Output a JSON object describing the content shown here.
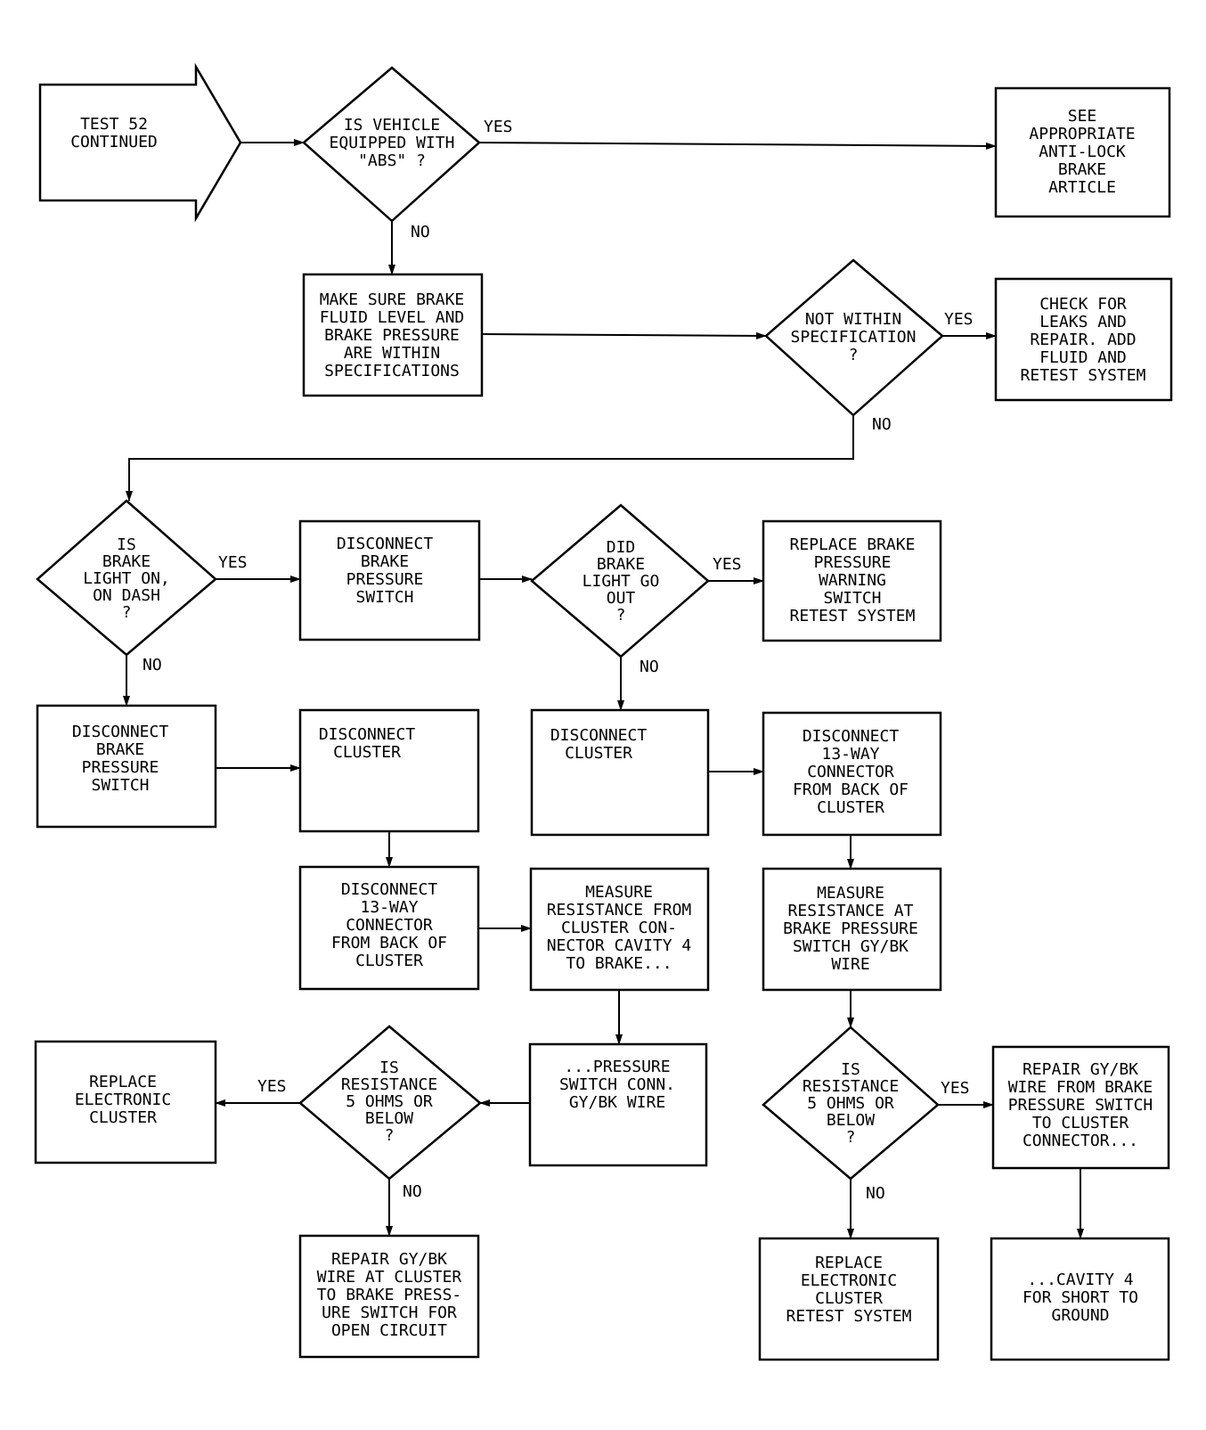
{
  "nodes": {
    "start": {
      "lines": [
        "TEST 52",
        "CONTINUED"
      ]
    },
    "abs_q": {
      "lines": [
        "IS VEHICLE",
        "EQUIPPED WITH",
        "\"ABS\" ?"
      ]
    },
    "see_abs": {
      "lines": [
        "SEE",
        "APPROPRIATE",
        "ANTI-LOCK",
        "BRAKE",
        "ARTICLE"
      ]
    },
    "make_sure": {
      "lines": [
        "MAKE SURE BRAKE",
        "FLUID LEVEL AND",
        "BRAKE PRESSURE",
        "ARE WITHIN",
        "SPECIFICATIONS"
      ]
    },
    "spec_q": {
      "lines": [
        "NOT WITHIN",
        "SPECIFICATION",
        "?"
      ]
    },
    "check_leaks": {
      "lines": [
        "CHECK FOR",
        "LEAKS AND",
        "REPAIR. ADD",
        "FLUID AND",
        "RETEST SYSTEM"
      ]
    },
    "light_q": {
      "lines": [
        "IS",
        "BRAKE",
        "LIGHT ON,",
        "ON DASH",
        "?"
      ]
    },
    "disc_switch_a": {
      "lines": [
        "DISCONNECT",
        "BRAKE",
        "PRESSURE",
        "SWITCH"
      ]
    },
    "out_q": {
      "lines": [
        "DID",
        "BRAKE",
        "LIGHT GO",
        "OUT",
        "?"
      ]
    },
    "replace_switch": {
      "lines": [
        "REPLACE BRAKE",
        "PRESSURE",
        "WARNING",
        "SWITCH",
        "RETEST SYSTEM"
      ]
    },
    "disc_switch_b": {
      "lines": [
        "DISCONNECT",
        "BRAKE",
        "PRESSURE",
        "SWITCH"
      ]
    },
    "disc_cluster_a": {
      "lines": [
        "DISCONNECT",
        "CLUSTER"
      ]
    },
    "disc_cluster_b": {
      "lines": [
        "DISCONNECT",
        "CLUSTER"
      ]
    },
    "disc_13way_b": {
      "lines": [
        "DISCONNECT",
        "13-WAY",
        "CONNECTOR",
        "FROM BACK OF",
        "CLUSTER"
      ]
    },
    "disc_13way_a": {
      "lines": [
        "DISCONNECT",
        "13-WAY",
        "CONNECTOR",
        "FROM BACK OF",
        "CLUSTER"
      ]
    },
    "measure_a": {
      "lines": [
        "MEASURE",
        "RESISTANCE FROM",
        "CLUSTER CON-",
        "NECTOR CAVITY 4",
        "TO BRAKE..."
      ]
    },
    "measure_b": {
      "lines": [
        "MEASURE",
        "RESISTANCE AT",
        "BRAKE PRESSURE",
        "SWITCH GY/BK",
        "WIRE"
      ]
    },
    "replace_cluster_a": {
      "lines": [
        "REPLACE",
        "ELECTRONIC",
        "CLUSTER"
      ]
    },
    "res_q_a": {
      "lines": [
        "IS",
        "RESISTANCE",
        "5 OHMS OR",
        "BELOW",
        "?"
      ]
    },
    "pressure_cont": {
      "lines": [
        "...PRESSURE",
        "SWITCH CONN.",
        "GY/BK WIRE"
      ]
    },
    "res_q_b": {
      "lines": [
        "IS",
        "RESISTANCE",
        "5 OHMS OR",
        "BELOW",
        "?"
      ]
    },
    "repair_gybk_b": {
      "lines": [
        "REPAIR GY/BK",
        "WIRE FROM BRAKE",
        "PRESSURE SWITCH",
        "TO CLUSTER",
        "CONNECTOR..."
      ]
    },
    "repair_gybk_a": {
      "lines": [
        "REPAIR GY/BK",
        "WIRE AT CLUSTER",
        "TO BRAKE PRESS-",
        "URE SWITCH FOR",
        "OPEN CIRCUIT"
      ]
    },
    "replace_cluster_b": {
      "lines": [
        "REPLACE",
        "ELECTRONIC",
        "CLUSTER",
        "RETEST SYSTEM"
      ]
    },
    "cavity_cont": {
      "lines": [
        "...CAVITY 4",
        "FOR SHORT TO",
        "GROUND"
      ]
    }
  },
  "edge_labels": {
    "abs_yes": "YES",
    "abs_no": "NO",
    "spec_yes": "YES",
    "spec_no": "NO",
    "light_yes": "YES",
    "light_no": "NO",
    "out_yes": "YES",
    "out_no": "NO",
    "res_a_yes": "YES",
    "res_a_no": "NO",
    "res_b_yes": "YES",
    "res_b_no": "NO"
  }
}
